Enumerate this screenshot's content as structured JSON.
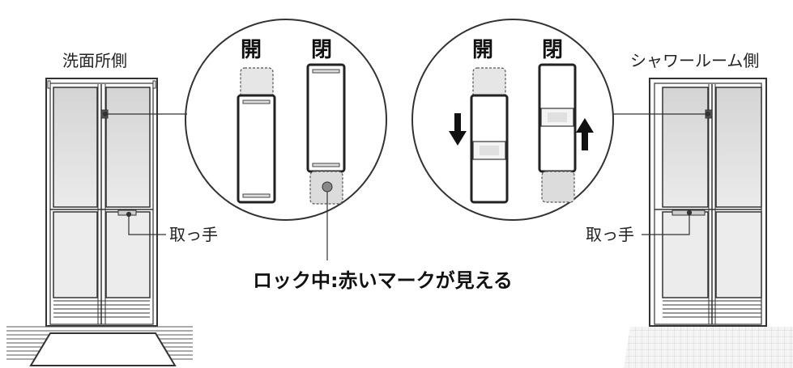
{
  "labels": {
    "left_side": "洗面所側",
    "right_side": "シャワールーム側",
    "handle_left": "取っ手",
    "handle_right": "取っ手",
    "caption": "ロック中:赤いマークが見える"
  },
  "circle_left": {
    "open": "開",
    "closed": "閉"
  },
  "circle_right": {
    "open": "開",
    "closed": "閉"
  },
  "colors": {
    "line": "#333333",
    "glass": "#d9d9d9",
    "glass_light": "#ececec",
    "indicator": "#888888"
  }
}
